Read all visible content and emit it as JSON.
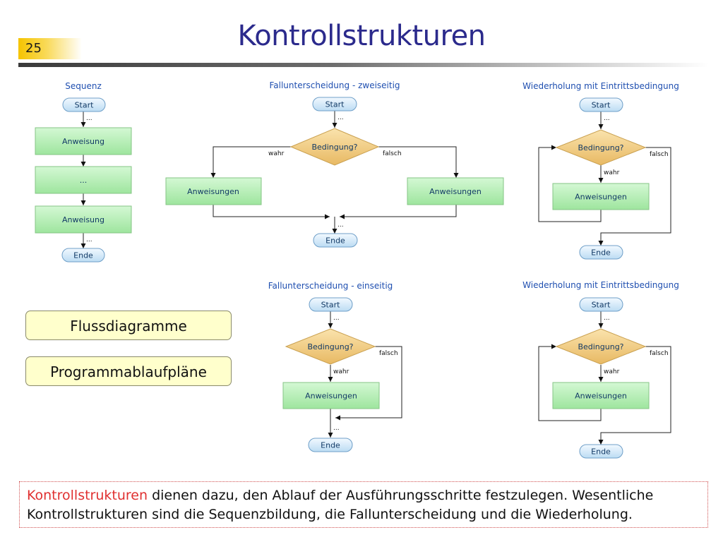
{
  "slide": {
    "number": "25",
    "title": "Kontrollstrukturen"
  },
  "diagrams": {
    "sequence": {
      "title": "Sequenz",
      "start": "Start",
      "step1": "Anweisung",
      "dots": "...",
      "step2": "Anweisung",
      "end": "Ende"
    },
    "if_else": {
      "title": "Fallunterscheidung - zweiseitig",
      "start": "Start",
      "condition": "Bedingung?",
      "true_label": "wahr",
      "false_label": "falsch",
      "left_action": "Anweisungen",
      "right_action": "Anweisungen",
      "end": "Ende"
    },
    "while_top": {
      "title": "Wiederholung mit Eintrittsbedingung",
      "start": "Start",
      "condition": "Bedingung?",
      "true_label": "wahr",
      "false_label": "falsch",
      "action": "Anweisungen",
      "end": "Ende"
    },
    "if_only": {
      "title": "Fallunterscheidung - einseitig",
      "start": "Start",
      "condition": "Bedingung?",
      "true_label": "wahr",
      "false_label": "falsch",
      "action": "Anweisungen",
      "end": "Ende"
    },
    "while_bottom": {
      "title": "Wiederholung mit Eintrittsbedingung",
      "start": "Start",
      "condition": "Bedingung?",
      "true_label": "wahr",
      "false_label": "falsch",
      "action": "Anweisungen",
      "end": "Ende"
    },
    "dots": "..."
  },
  "labels": {
    "flussdiagramme": "Flussdiagramme",
    "programmablaufplaene": "Programmablaufpläne"
  },
  "info": {
    "highlight": "Kontrollstrukturen",
    "text": " dienen dazu, den Ablauf der Ausführungsschritte festzulegen. Wesentliche Kontrollstrukturen sind die Sequenzbildung, die Fallunterscheidung und die Wiederholung."
  },
  "colors": {
    "title": "#2b2a8c",
    "diagram_title": "#1f4fb0",
    "highlight": "#e03030",
    "terminal_fill": "#cfe6f7",
    "action_fill": "#b9efb9",
    "decision_fill": "#f2cf83"
  }
}
